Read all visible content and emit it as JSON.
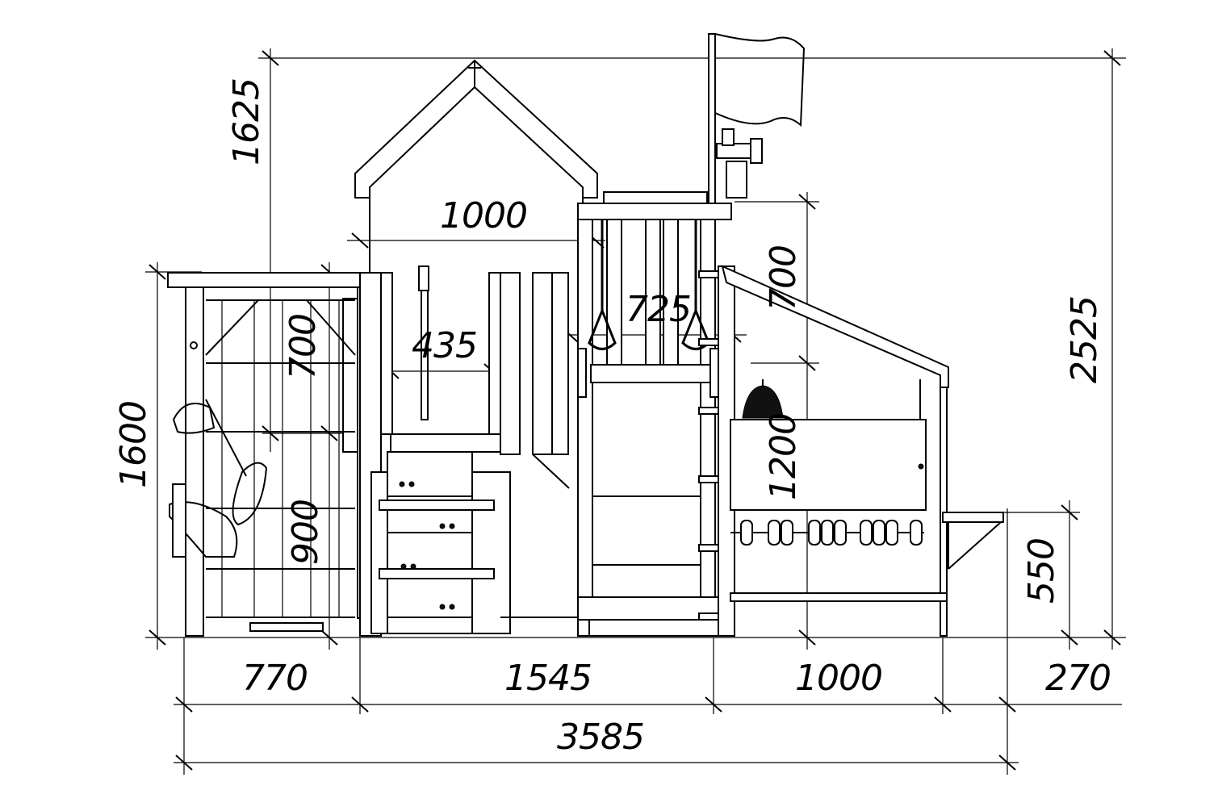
{
  "dimensions": {
    "roof_height": "1625",
    "total_height": "2525",
    "left_height": "1600",
    "house_width": "1000",
    "left_upper": "700",
    "left_lower": "900",
    "door_width": "435",
    "ring_spacing": "725",
    "slide_rise": "700",
    "panel_height": "1200",
    "bench_height": "550",
    "seg_left": "770",
    "seg_center": "1545",
    "seg_right": "1000",
    "seg_end": "270",
    "overall_width": "3585"
  }
}
